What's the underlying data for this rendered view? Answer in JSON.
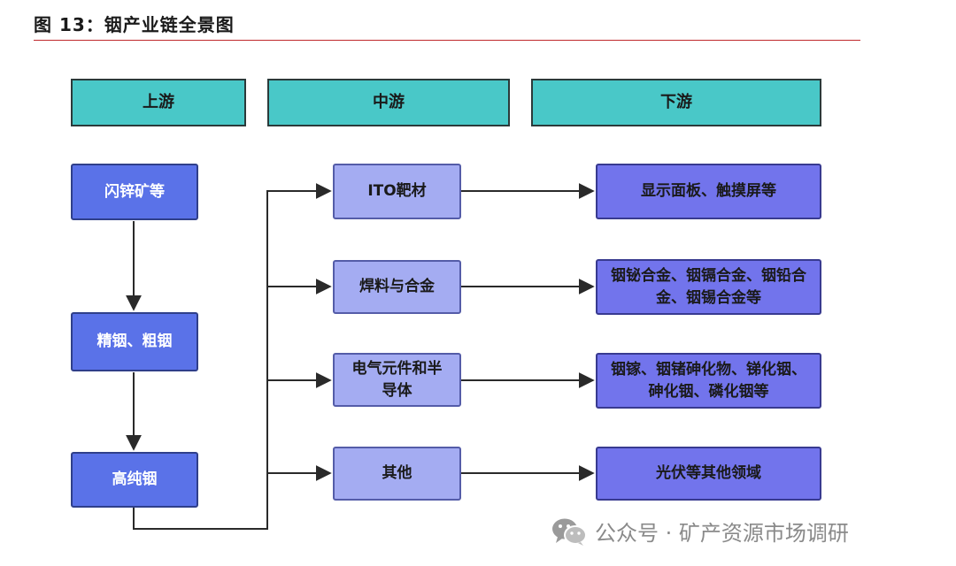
{
  "figure": {
    "title": "图 13：铟产业链全景图"
  },
  "headers": {
    "upstream": "上游",
    "midstream": "中游",
    "downstream": "下游"
  },
  "upstream": [
    "闪锌矿等",
    "精铟、粗铟",
    "高纯铟"
  ],
  "midstream": [
    "ITO靶材",
    "焊料与合金",
    "电气元件和半导体",
    "其他"
  ],
  "downstream": [
    "显示面板、触摸屏等",
    "铟铋合金、铟镉合金、铟铅合金、铟锡合金等",
    "铟镓、铟锗砷化物、锑化铟、砷化铟、磷化铟等",
    "光伏等其他领域"
  ],
  "watermark": {
    "text": "公众号 · 矿产资源市场调研",
    "icon": "wechat-icon"
  },
  "colors": {
    "header_fill": "#49c8c8",
    "upstream_fill": "#5a72e8",
    "midstream_fill": "#a4acf2",
    "downstream_fill": "#7274ec",
    "title_rule": "#c0282d"
  }
}
